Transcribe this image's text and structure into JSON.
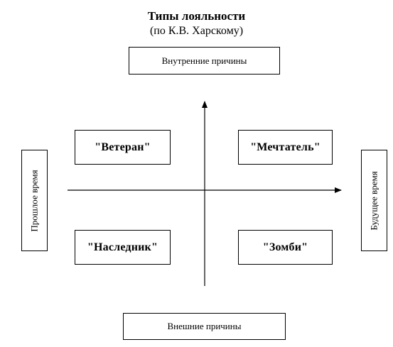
{
  "title": "Типы лояльности",
  "subtitle": "(по К.В. Харскому)",
  "causes": {
    "internal": "Внутренние причины",
    "external": "Внешние причины"
  },
  "time": {
    "past": "Прошлое время",
    "future": "Будущее время"
  },
  "types": {
    "veteran": "\"Ветеран\"",
    "dreamer": "\"Мечтатель\"",
    "heir": "\"Наследник\"",
    "zombie": "\"Зомби\""
  }
}
